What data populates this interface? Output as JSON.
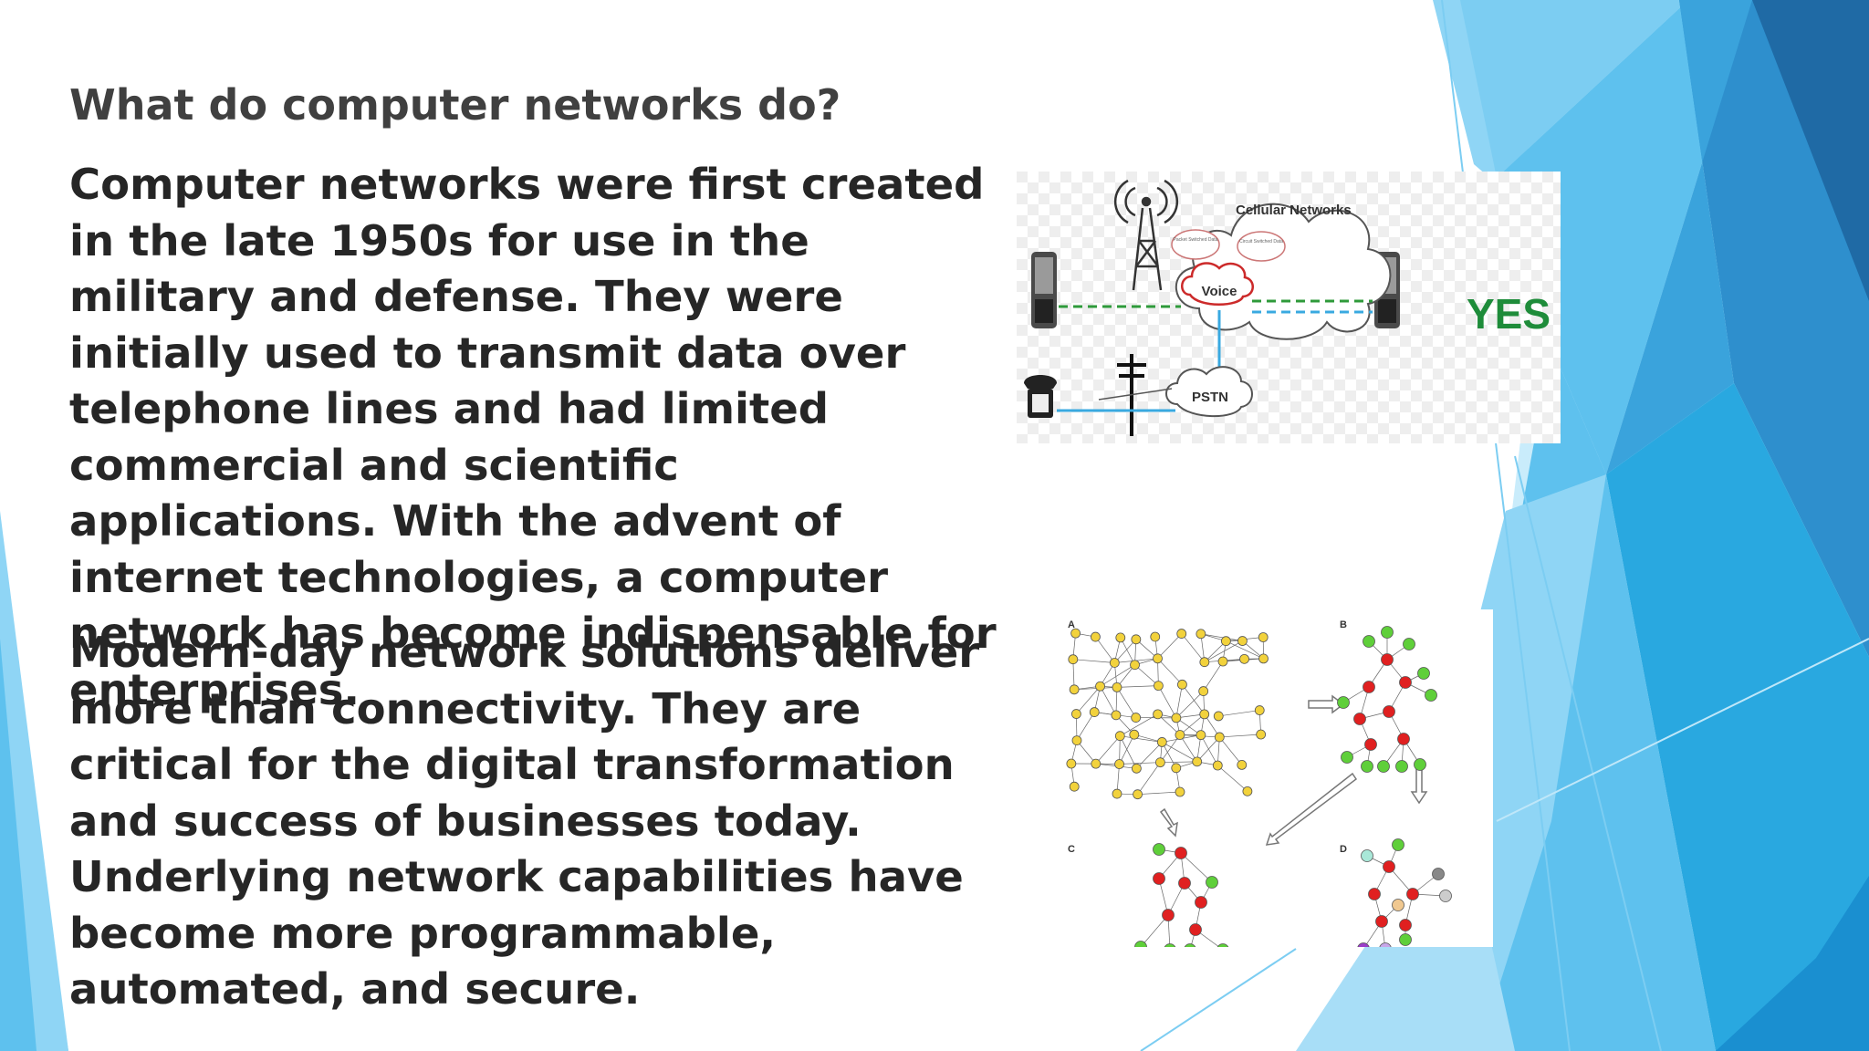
{
  "slide": {
    "heading": "What do computer networks do?",
    "paragraphs": [
      "Computer networks were first created in the late 1950s for use in the military and defense. They were initially used to transmit data over telephone lines and had limited commercial and scientific applications. With the advent of internet technologies, a computer network has become indispensable for enterprises.",
      "Modern-day network solutions deliver more than connectivity. They are critical for the digital transformation and success of businesses today. Underlying network capabilities have become more programmable, automated, and secure."
    ]
  },
  "cellular_figure": {
    "cloud_title": "Cellular Networks",
    "packet_label": "Packet Switched Data",
    "circuit_label": "Circuit Switched Data",
    "voice_label": "Voice",
    "pstn_label": "PSTN",
    "yes_label": "YES"
  },
  "graph_figure": {
    "panel_a": "A",
    "panel_b": "B",
    "panel_c": "C",
    "panel_d": "D"
  },
  "colors": {
    "accent_blue": "#29a8e0",
    "dark_blue": "#1f6aa5",
    "light_blue": "#8fd3f4",
    "heading_gray": "#404040",
    "body_text": "#262626",
    "yes_green": "#1e8c3a"
  }
}
